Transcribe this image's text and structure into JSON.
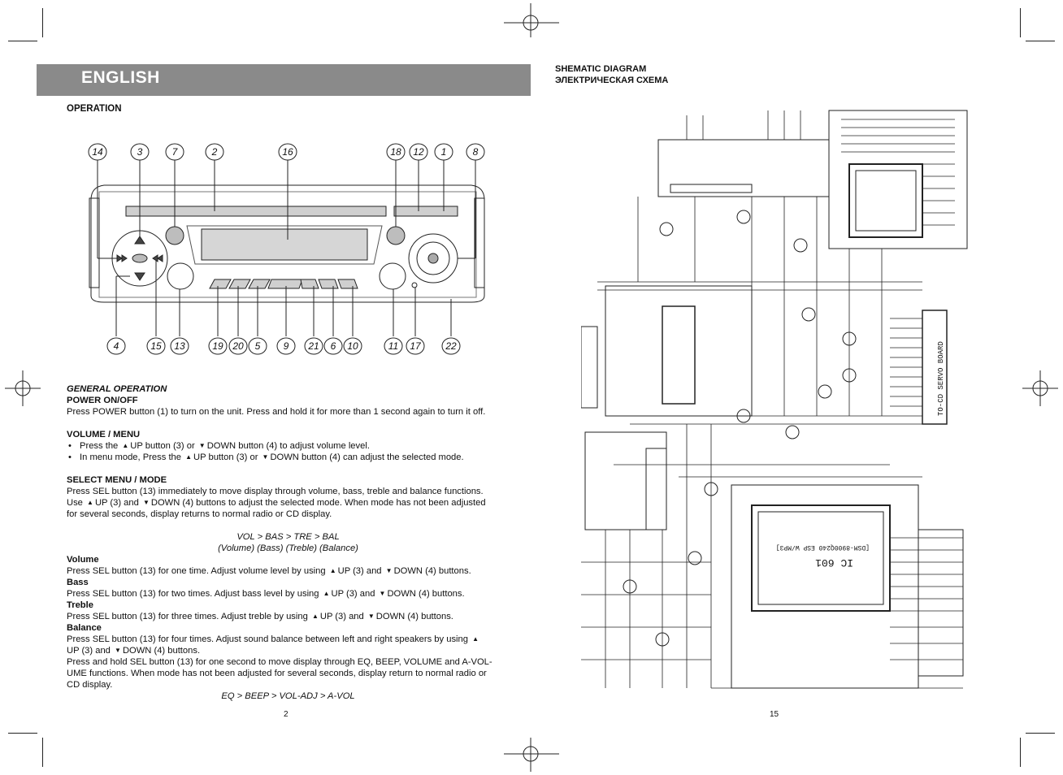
{
  "left_page": {
    "banner_title": "ENGLISH",
    "section_heading": "OPERATION",
    "callouts_top": [
      "14",
      "3",
      "7",
      "2",
      "16",
      "18",
      "12",
      "1",
      "8"
    ],
    "callouts_bottom": [
      "4",
      "15",
      "13",
      "19",
      "20",
      "5",
      "9",
      "21",
      "6",
      "10",
      "11",
      "17",
      "22"
    ],
    "general_operation": "GENERAL OPERATION",
    "power_heading": "POWER ON/OFF",
    "power_text": "Press POWER button (1) to turn on the unit. Press and hold it for more than 1 second again to turn it off.",
    "volume_menu_heading": "VOLUME / MENU",
    "volume_bullets": [
      {
        "a": "Press the",
        "b": "UP button (3) or",
        "c": "DOWN button (4) to adjust volume level."
      },
      {
        "a": "In menu mode, Press the",
        "b": "UP button (3) or",
        "c": "DOWN button (4) can adjust the selected mode."
      }
    ],
    "select_heading": "SELECT MENU / MODE",
    "select_line1": "Press SEL button (13) immediately to move display through volume, bass, treble and balance functions.",
    "select_line2_a": "Use",
    "select_line2_b": "UP (3) and",
    "select_line2_c": "DOWN (4) buttons to adjust the selected mode. When mode has not been adjusted",
    "select_line3": "for several seconds, display returns to normal radio or CD display.",
    "mode_sequence": "VOL > BAS > TRE > BAL",
    "mode_names": "(Volume) (Bass) (Treble) (Balance)",
    "volume_heading": "Volume",
    "volume_text_a": "Press SEL button (13) for one time. Adjust volume level by using",
    "volume_text_b": "UP (3) and",
    "volume_text_c": "DOWN (4) buttons.",
    "bass_heading": "Bass",
    "bass_text_a": "Press SEL button (13) for two times. Adjust bass level by using",
    "bass_text_b": "UP (3) and",
    "bass_text_c": "DOWN (4) buttons.",
    "treble_heading": "Treble",
    "treble_text_a": "Press SEL button (13) for three times. Adjust treble by using",
    "treble_text_b": "UP (3) and",
    "treble_text_c": "DOWN (4) buttons.",
    "balance_heading": "Balance",
    "balance_text_a": "Press SEL button (13) for four times. Adjust sound balance between left and right speakers by using",
    "balance_text_b": "UP (3) and",
    "balance_text_c": "DOWN (4) buttons.",
    "hold_text_1": "Press and hold SEL button (13) for one second to move display through EQ, BEEP, VOLUME and A-VOL-",
    "hold_text_2": "UME functions. When mode has not been adjusted for several seconds, display return to normal radio or",
    "hold_text_3": "CD display.",
    "eq_sequence": "EQ > BEEP > VOL-ADJ > A-VOL",
    "page_number": "2"
  },
  "right_page": {
    "heading_en": "SHEMATIC DIAGRAM",
    "heading_ru": "ЭЛЕКТРИЧЕСКАЯ СХЕМА",
    "servo_label": "TO-CD SERVO BOARD",
    "ic_label": "IC 601",
    "ic_part": "[DSM-8900Q240 ESP W/MP3]",
    "page_number": "15"
  }
}
